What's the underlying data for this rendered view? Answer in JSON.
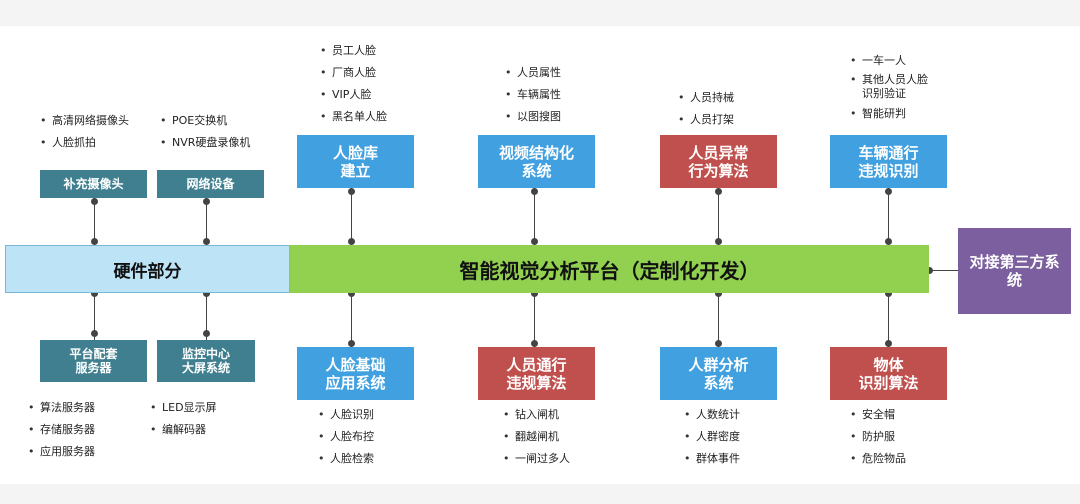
{
  "hardware_bar": "硬件部分",
  "platform_bar": "智能视觉分析平台（定制化开发）",
  "third_party": "对接第三方系统",
  "hardware_top": [
    {
      "title": "补充摄像头",
      "items": [
        "高清网络摄像头",
        "人脸抓拍"
      ]
    },
    {
      "title": "网络设备",
      "items": [
        "POE交换机",
        "NVR硬盘录像机"
      ]
    }
  ],
  "hardware_bottom": [
    {
      "title": "平台配套\n服务器",
      "items": [
        "算法服务器",
        "存储服务器",
        "应用服务器"
      ]
    },
    {
      "title": "监控中心\n大屏系统",
      "items": [
        "LED显示屏",
        "编解码器"
      ]
    }
  ],
  "modules_top": [
    {
      "title": "人脸库\n建立",
      "items": [
        "员工人脸",
        "厂商人脸",
        "VIP人脸",
        "黑名单人脸"
      ]
    },
    {
      "title": "视频结构化\n系统",
      "items": [
        "人员属性",
        "车辆属性",
        "以图搜图"
      ]
    },
    {
      "title": "人员异常\n行为算法",
      "items": [
        "人员持械",
        "人员打架"
      ]
    },
    {
      "title": "车辆通行\n违规识别",
      "items": [
        "一车一人",
        "其他人员人脸识别验证",
        "智能研判"
      ]
    }
  ],
  "modules_bottom": [
    {
      "title": "人脸基础\n应用系统",
      "items": [
        "人脸识别",
        "人脸布控",
        "人脸检索"
      ]
    },
    {
      "title": "人员通行\n违规算法",
      "items": [
        "钻入闸机",
        "翻越闸机",
        "一闸过多人"
      ]
    },
    {
      "title": "人群分析\n系统",
      "items": [
        "人数统计",
        "人群密度",
        "群体事件"
      ]
    },
    {
      "title": "物体\n识别算法",
      "items": [
        "安全帽",
        "防护服",
        "危险物品"
      ]
    }
  ],
  "colors": {
    "teal": "#3f7f8f",
    "blue": "#41a0df",
    "red": "#c0504d",
    "purple": "#7b5f9e",
    "light_blue_bar": "#bde3f6",
    "green_bar": "#92d050"
  }
}
